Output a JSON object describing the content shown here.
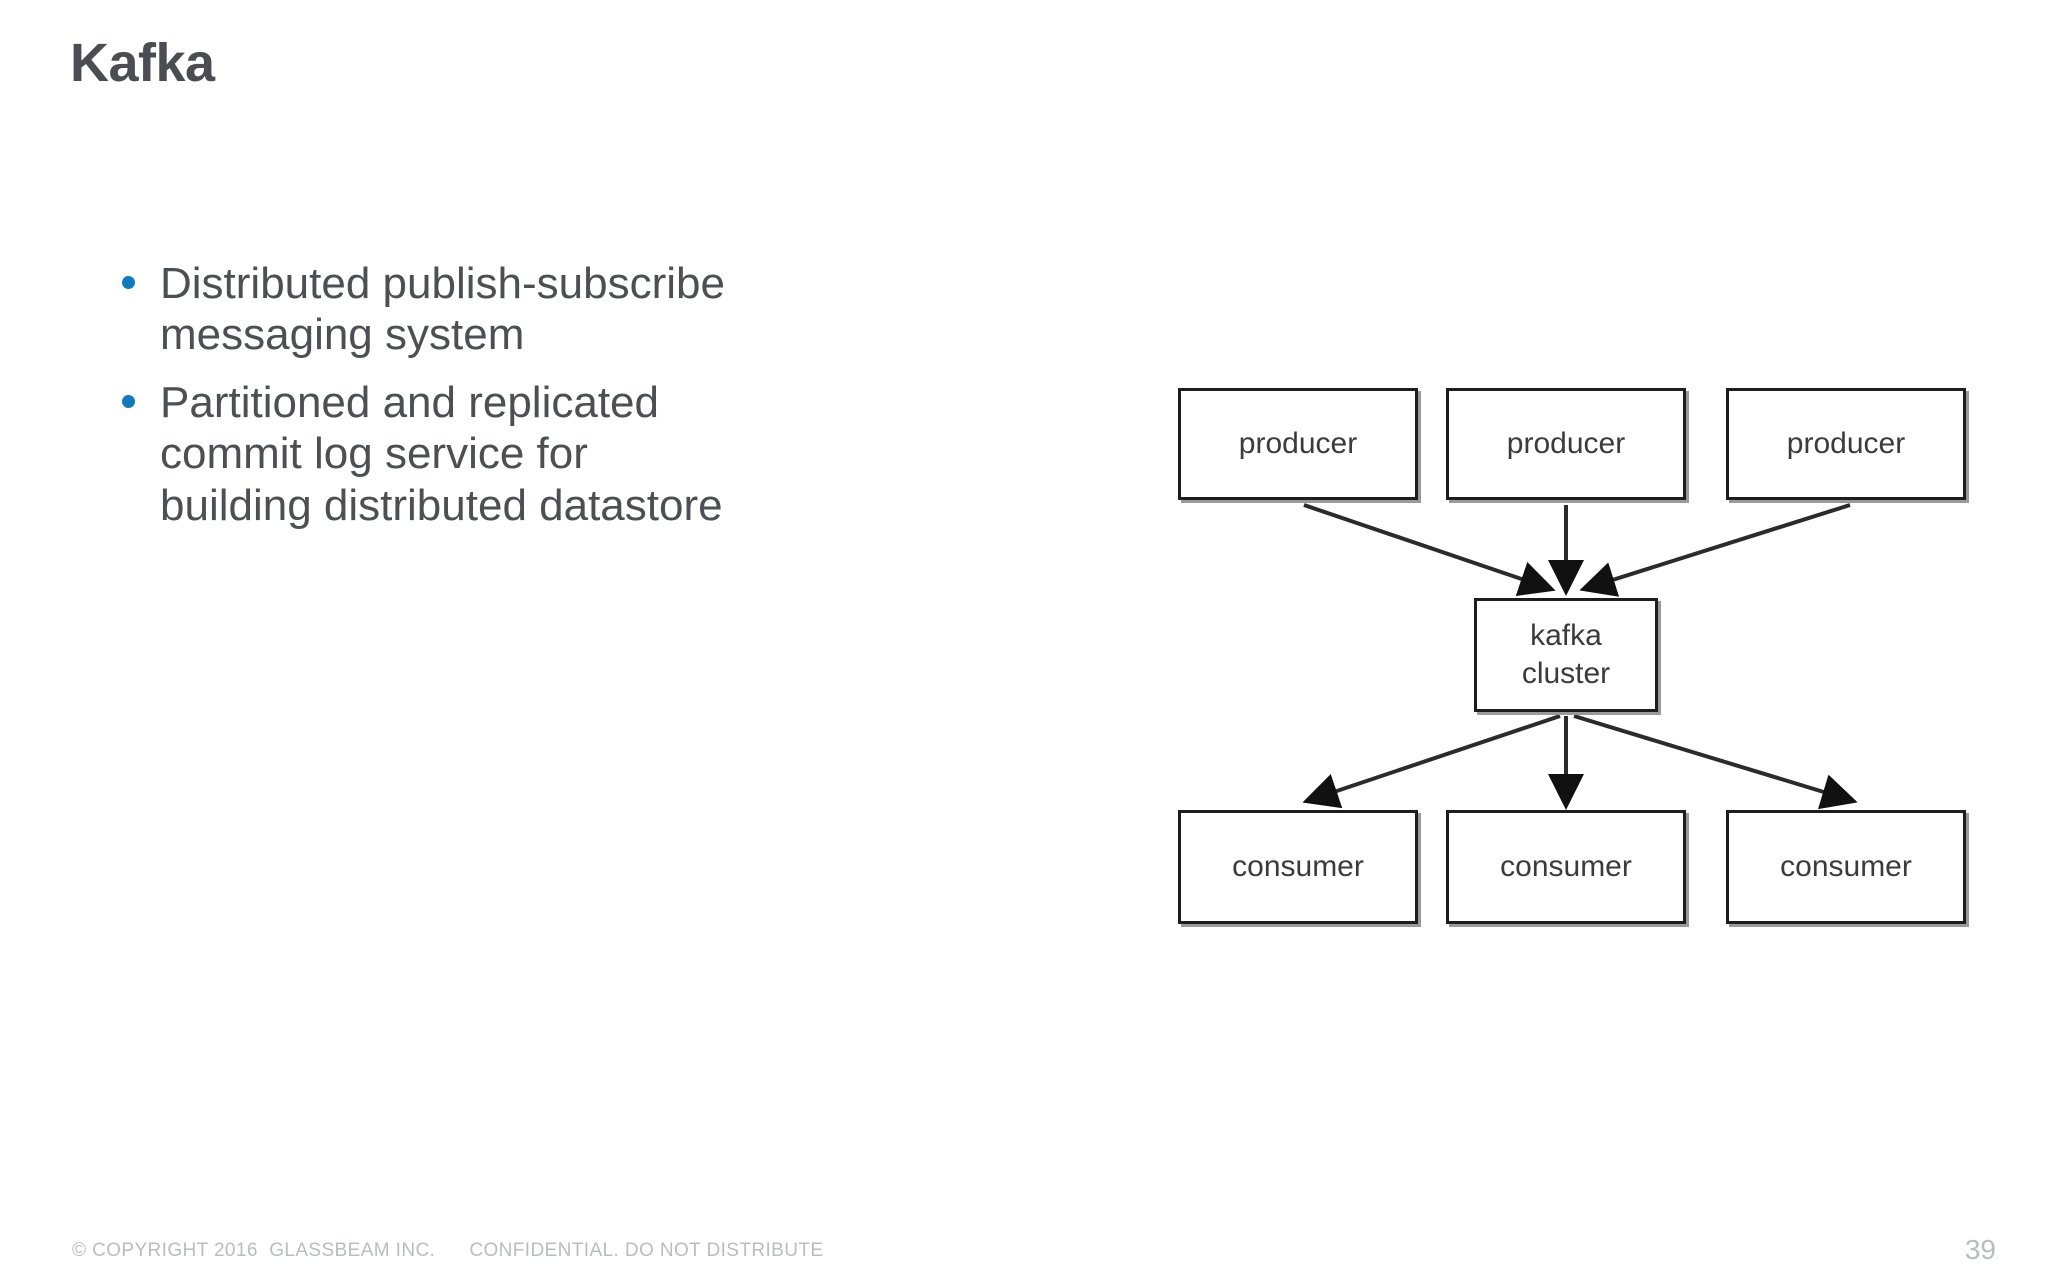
{
  "slide": {
    "title": "Kafka",
    "page_number": "39",
    "accent_color": "#1279bf",
    "text_color": "#4c4f54",
    "footer_color": "#b9bcc0"
  },
  "bullets": [
    {
      "text": "Distributed publish-subscribe\nmessaging system"
    },
    {
      "text": "Partitioned and replicated\ncommit log service for\nbuilding distributed datastore"
    }
  ],
  "diagram": {
    "producers": [
      {
        "label": "producer"
      },
      {
        "label": "producer"
      },
      {
        "label": "producer"
      }
    ],
    "cluster": {
      "label": "kafka\ncluster"
    },
    "consumers": [
      {
        "label": "consumer"
      },
      {
        "label": "consumer"
      },
      {
        "label": "consumer"
      }
    ]
  },
  "footer": {
    "copyright": "© COPYRIGHT 2016  GLASSBEAM INC.      CONFIDENTIAL. DO NOT DISTRIBUTE"
  }
}
